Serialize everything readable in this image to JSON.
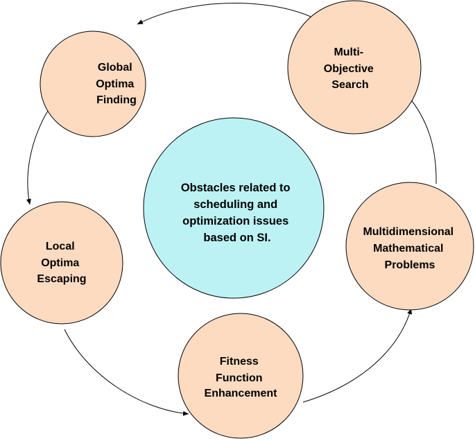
{
  "colors": {
    "outer_fill": "#FCDBC1",
    "center_fill": "#BDF2F5",
    "stroke": "#000000"
  },
  "center": {
    "lines": [
      "Obstacles related to",
      "scheduling and",
      "optimization issues",
      "based on SI."
    ]
  },
  "nodes": [
    {
      "id": "global-optima-finding",
      "lines": [
        "Global",
        "Optima",
        "Finding"
      ]
    },
    {
      "id": "multi-objective-search",
      "lines": [
        "Multi-",
        "Objective",
        "Search"
      ]
    },
    {
      "id": "local-optima-escaping",
      "lines": [
        "Local",
        "Optima",
        "Escaping"
      ]
    },
    {
      "id": "multidimensional-mathematical-problems",
      "lines": [
        "Multidimensional",
        "Mathematical",
        "Problems"
      ]
    },
    {
      "id": "fitness-function-enhancement",
      "lines": [
        "Fitness",
        "Function",
        "Enhancement"
      ]
    }
  ]
}
